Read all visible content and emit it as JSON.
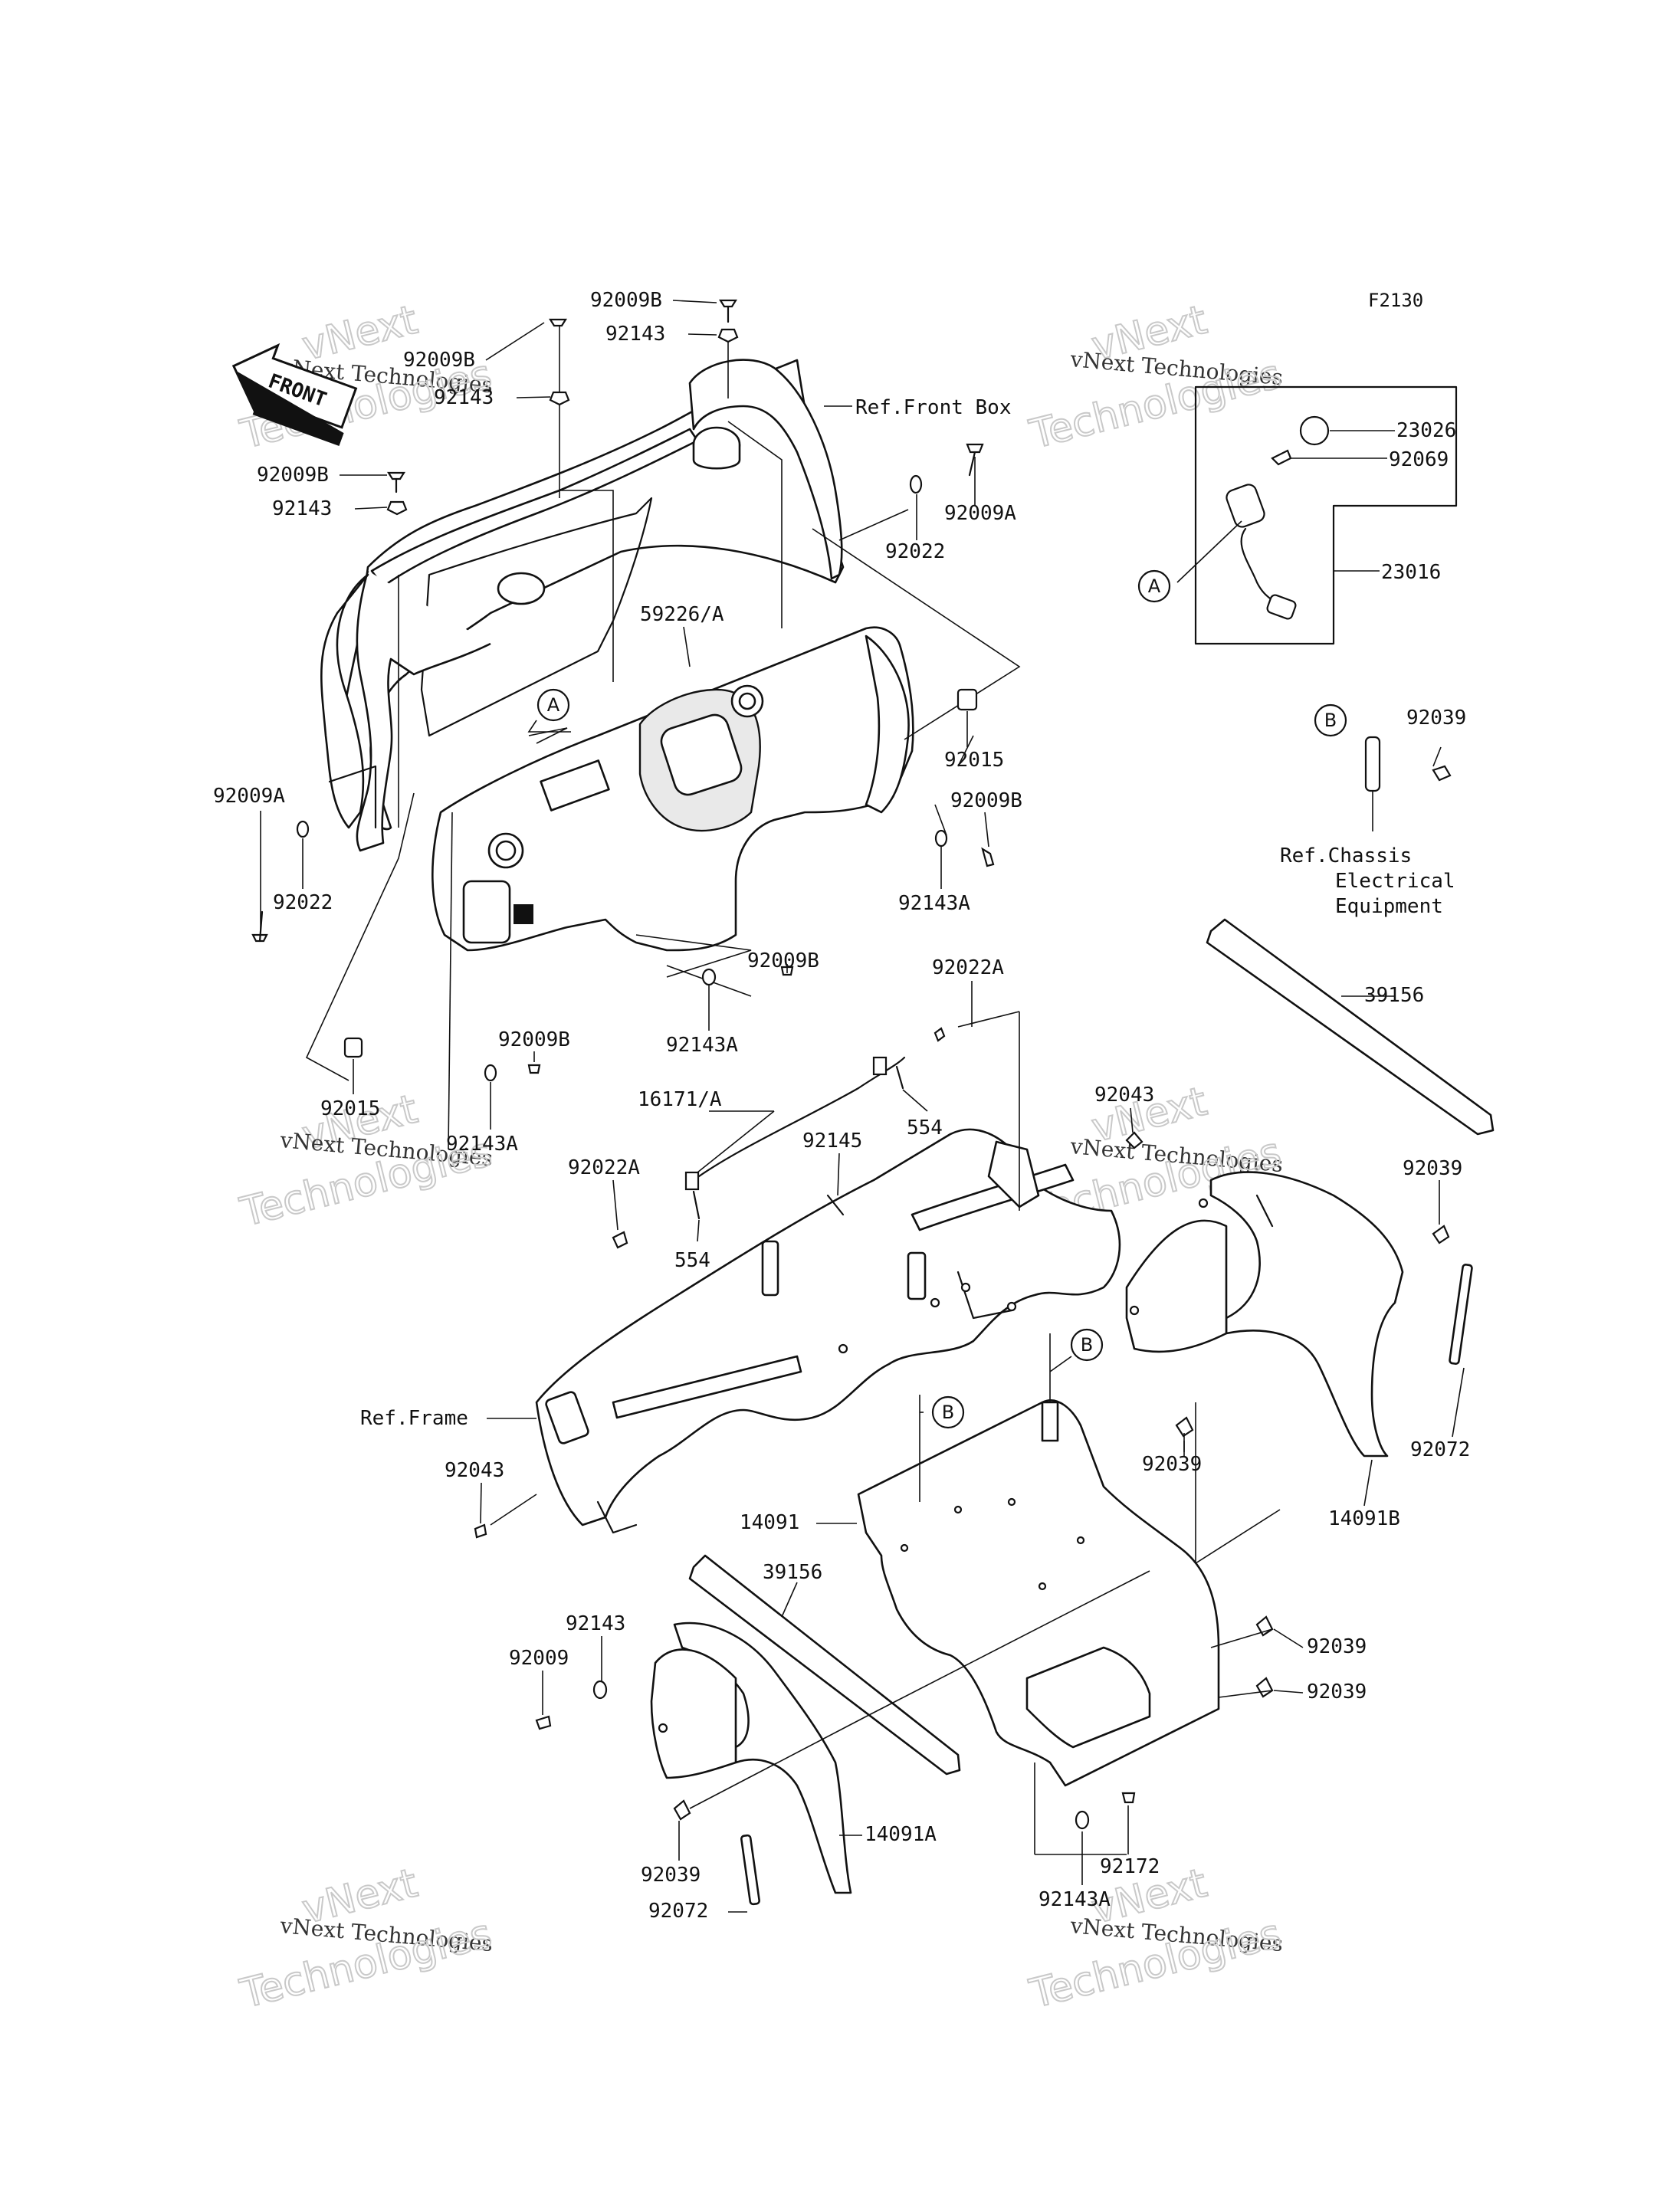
{
  "diagram_code": "F2130",
  "front_arrow": {
    "label": "FRONT"
  },
  "part_labels": [
    "92009B",
    "92143",
    "92009B",
    "92143",
    "92009B",
    "92143",
    "92009A",
    "92022",
    "59226/A",
    "92015",
    "92009B",
    "92143A",
    "92009A",
    "92022",
    "92009B",
    "92143A",
    "92015",
    "92009B",
    "92143A",
    "23026",
    "92069",
    "23016",
    "92039",
    "39156",
    "16171/A",
    "92022A",
    "554",
    "92145",
    "92022A",
    "554",
    "92043",
    "92039",
    "92072",
    "14091B",
    "92039",
    "92043",
    "14091",
    "39156",
    "92143",
    "92009",
    "92039",
    "92039",
    "14091A",
    "92039",
    "92072",
    "92172",
    "92143A"
  ],
  "references": {
    "front_box": "Ref.Front Box",
    "chassis_electrical": [
      "Ref.Chassis",
      "Electrical",
      "Equipment"
    ],
    "frame": "Ref.Frame"
  },
  "callouts": [
    "A",
    "A",
    "B",
    "B",
    "B"
  ],
  "watermarks": {
    "top": "vNext",
    "middle": "vNext Technologies",
    "bottom": "Technologies"
  }
}
